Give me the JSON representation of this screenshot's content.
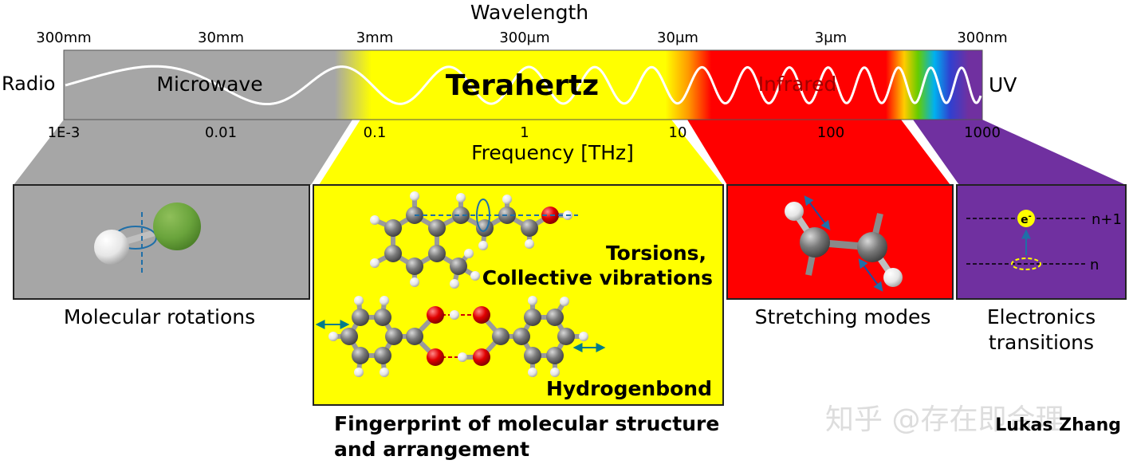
{
  "wavelength_title": "Wavelength",
  "wavelength_ticks": [
    "300mm",
    "30mm",
    "3mm",
    "300μm",
    "30μm",
    "3μm",
    "300nm"
  ],
  "frequency_title": "Frequency [THz]",
  "frequency_ticks": [
    "1E-3",
    "0.01",
    "0.1",
    "1",
    "10",
    "100",
    "1000"
  ],
  "bands": {
    "radio": "Radio",
    "microwave": "Microwave",
    "terahertz": "Terahertz",
    "infrared": "Infrared",
    "uv": "UV"
  },
  "panels": {
    "rotation": {
      "caption": "Molecular rotations"
    },
    "terahertz": {
      "torsions_line1": "Torsions,",
      "torsions_line2": "Collective vibrations",
      "hbond": "Hydrogenbond",
      "caption_line1": "Fingerprint of molecular structure",
      "caption_line2": "and arrangement"
    },
    "stretching": {
      "caption": "Stretching modes"
    },
    "electronic": {
      "caption_line1": "Electronics",
      "caption_line2": "transitions",
      "electron_label": "e",
      "electron_sup": "-",
      "level_upper": "n+1",
      "level_lower": "n"
    }
  },
  "watermark": "知乎 @存在即合理",
  "credit": "Lukas Zhang",
  "colors": {
    "gray": "#a6a6a6",
    "yellow": "#ffff00",
    "red": "#ff0000",
    "purple": "#7030a0",
    "arrow_blue": "#1f6fa8",
    "teal_arrow": "#007b8a"
  }
}
